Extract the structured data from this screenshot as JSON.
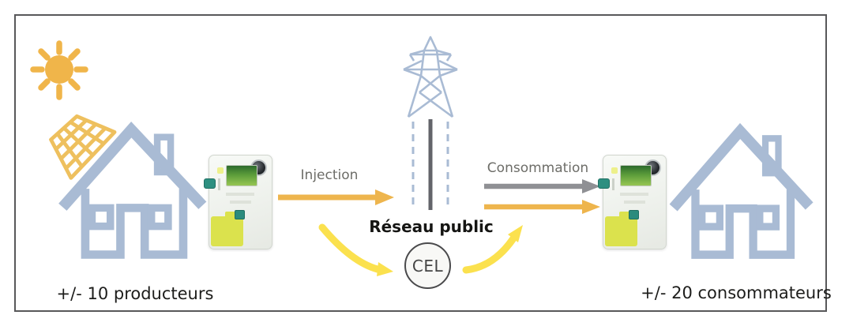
{
  "diagram": {
    "left_group": {
      "producers_label": "+/- 10 producteurs"
    },
    "right_group": {
      "consumers_label": "+/- 20 consommateurs"
    },
    "center": {
      "network_label": "Réseau public",
      "cel_label": "CEL"
    },
    "flows": {
      "injection_label": "Injection",
      "consumption_label": "Consommation"
    },
    "icons": {
      "sun": "sun-icon",
      "solar_panel": "solar-panel-icon",
      "producer_house": "house-icon",
      "consumer_house": "house-icon",
      "producer_meter": "smart-meter-icon",
      "consumer_meter": "smart-meter-icon",
      "pylon": "transmission-tower-icon",
      "grid_lines": "grid-connection-lines"
    },
    "colors": {
      "house_outline": "#a9bbd4",
      "solar_yellow": "#eec05e",
      "sun_orange": "#f0b54a",
      "flow_orange": "#eeb54d",
      "flow_yellow": "#fbe14e",
      "flow_gray": "#8f9094",
      "label_gray": "#6d6d68",
      "text_black": "#1d1d1b",
      "meter_lime": "#dbe24d",
      "meter_teal": "#2d8f80",
      "frame_border": "#58585a"
    }
  }
}
